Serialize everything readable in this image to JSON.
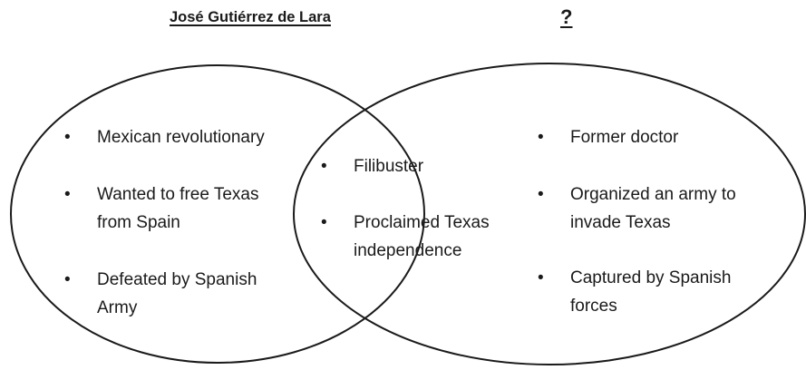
{
  "left_set": {
    "title": "José Gutiérrez de Lara",
    "items": [
      [
        "Mexican revolutionary"
      ],
      [
        "Wanted to free Texas",
        "from Spain"
      ],
      [
        "Defeated by Spanish",
        "Army"
      ]
    ]
  },
  "right_set": {
    "title": "?",
    "items": [
      [
        "Former doctor"
      ],
      [
        "Organized an army to",
        "invade Texas"
      ],
      [
        "Captured by Spanish",
        "forces"
      ]
    ]
  },
  "overlap": {
    "items": [
      [
        "Filibuster"
      ],
      [
        "Proclaimed Texas",
        "independence"
      ]
    ]
  },
  "bullet_glyph": "•",
  "colors": {
    "stroke": "#1a1a1a",
    "text": "#1a1a1a"
  }
}
